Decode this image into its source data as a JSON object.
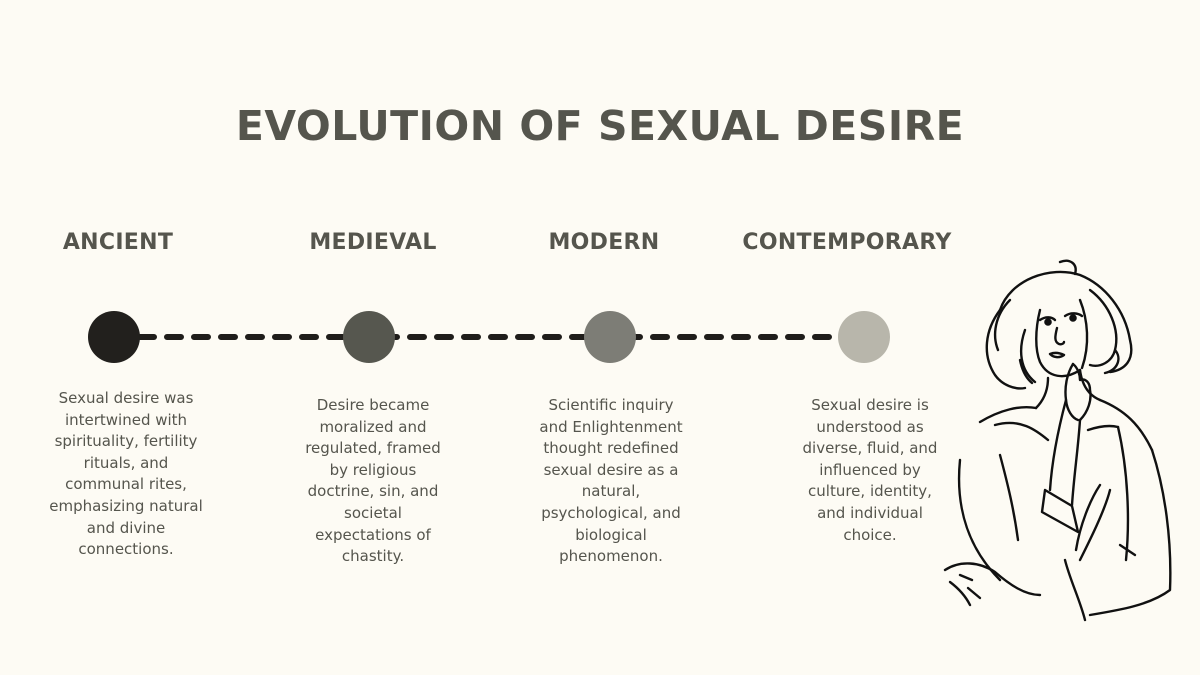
{
  "title": "EVOLUTION OF SEXUAL DESIRE",
  "timeline": {
    "line_color": "#1f1d1a",
    "stages": [
      {
        "label": "ANCIENT",
        "dot_color": "#22201d",
        "description": "Sexual desire was intertwined with spirituality, fertility rituals, and communal rites, emphasizing natural and divine connections."
      },
      {
        "label": "MEDIEVAL",
        "dot_color": "#56574f",
        "description": "Desire became moralized and regulated, framed by religious doctrine, sin, and societal expectations of chastity."
      },
      {
        "label": "MODERN",
        "dot_color": "#7d7d76",
        "description": "Scientific inquiry and Enlightenment thought redefined sexual desire as a natural, psychological, and biological phenomenon."
      },
      {
        "label": "CONTEMPORARY",
        "dot_color": "#b8b6ab",
        "description": "Sexual desire is understood as diverse, fluid, and influenced by culture, identity, and individual choice."
      }
    ]
  },
  "illustration": {
    "icon": "thinking-woman-line-drawing"
  }
}
